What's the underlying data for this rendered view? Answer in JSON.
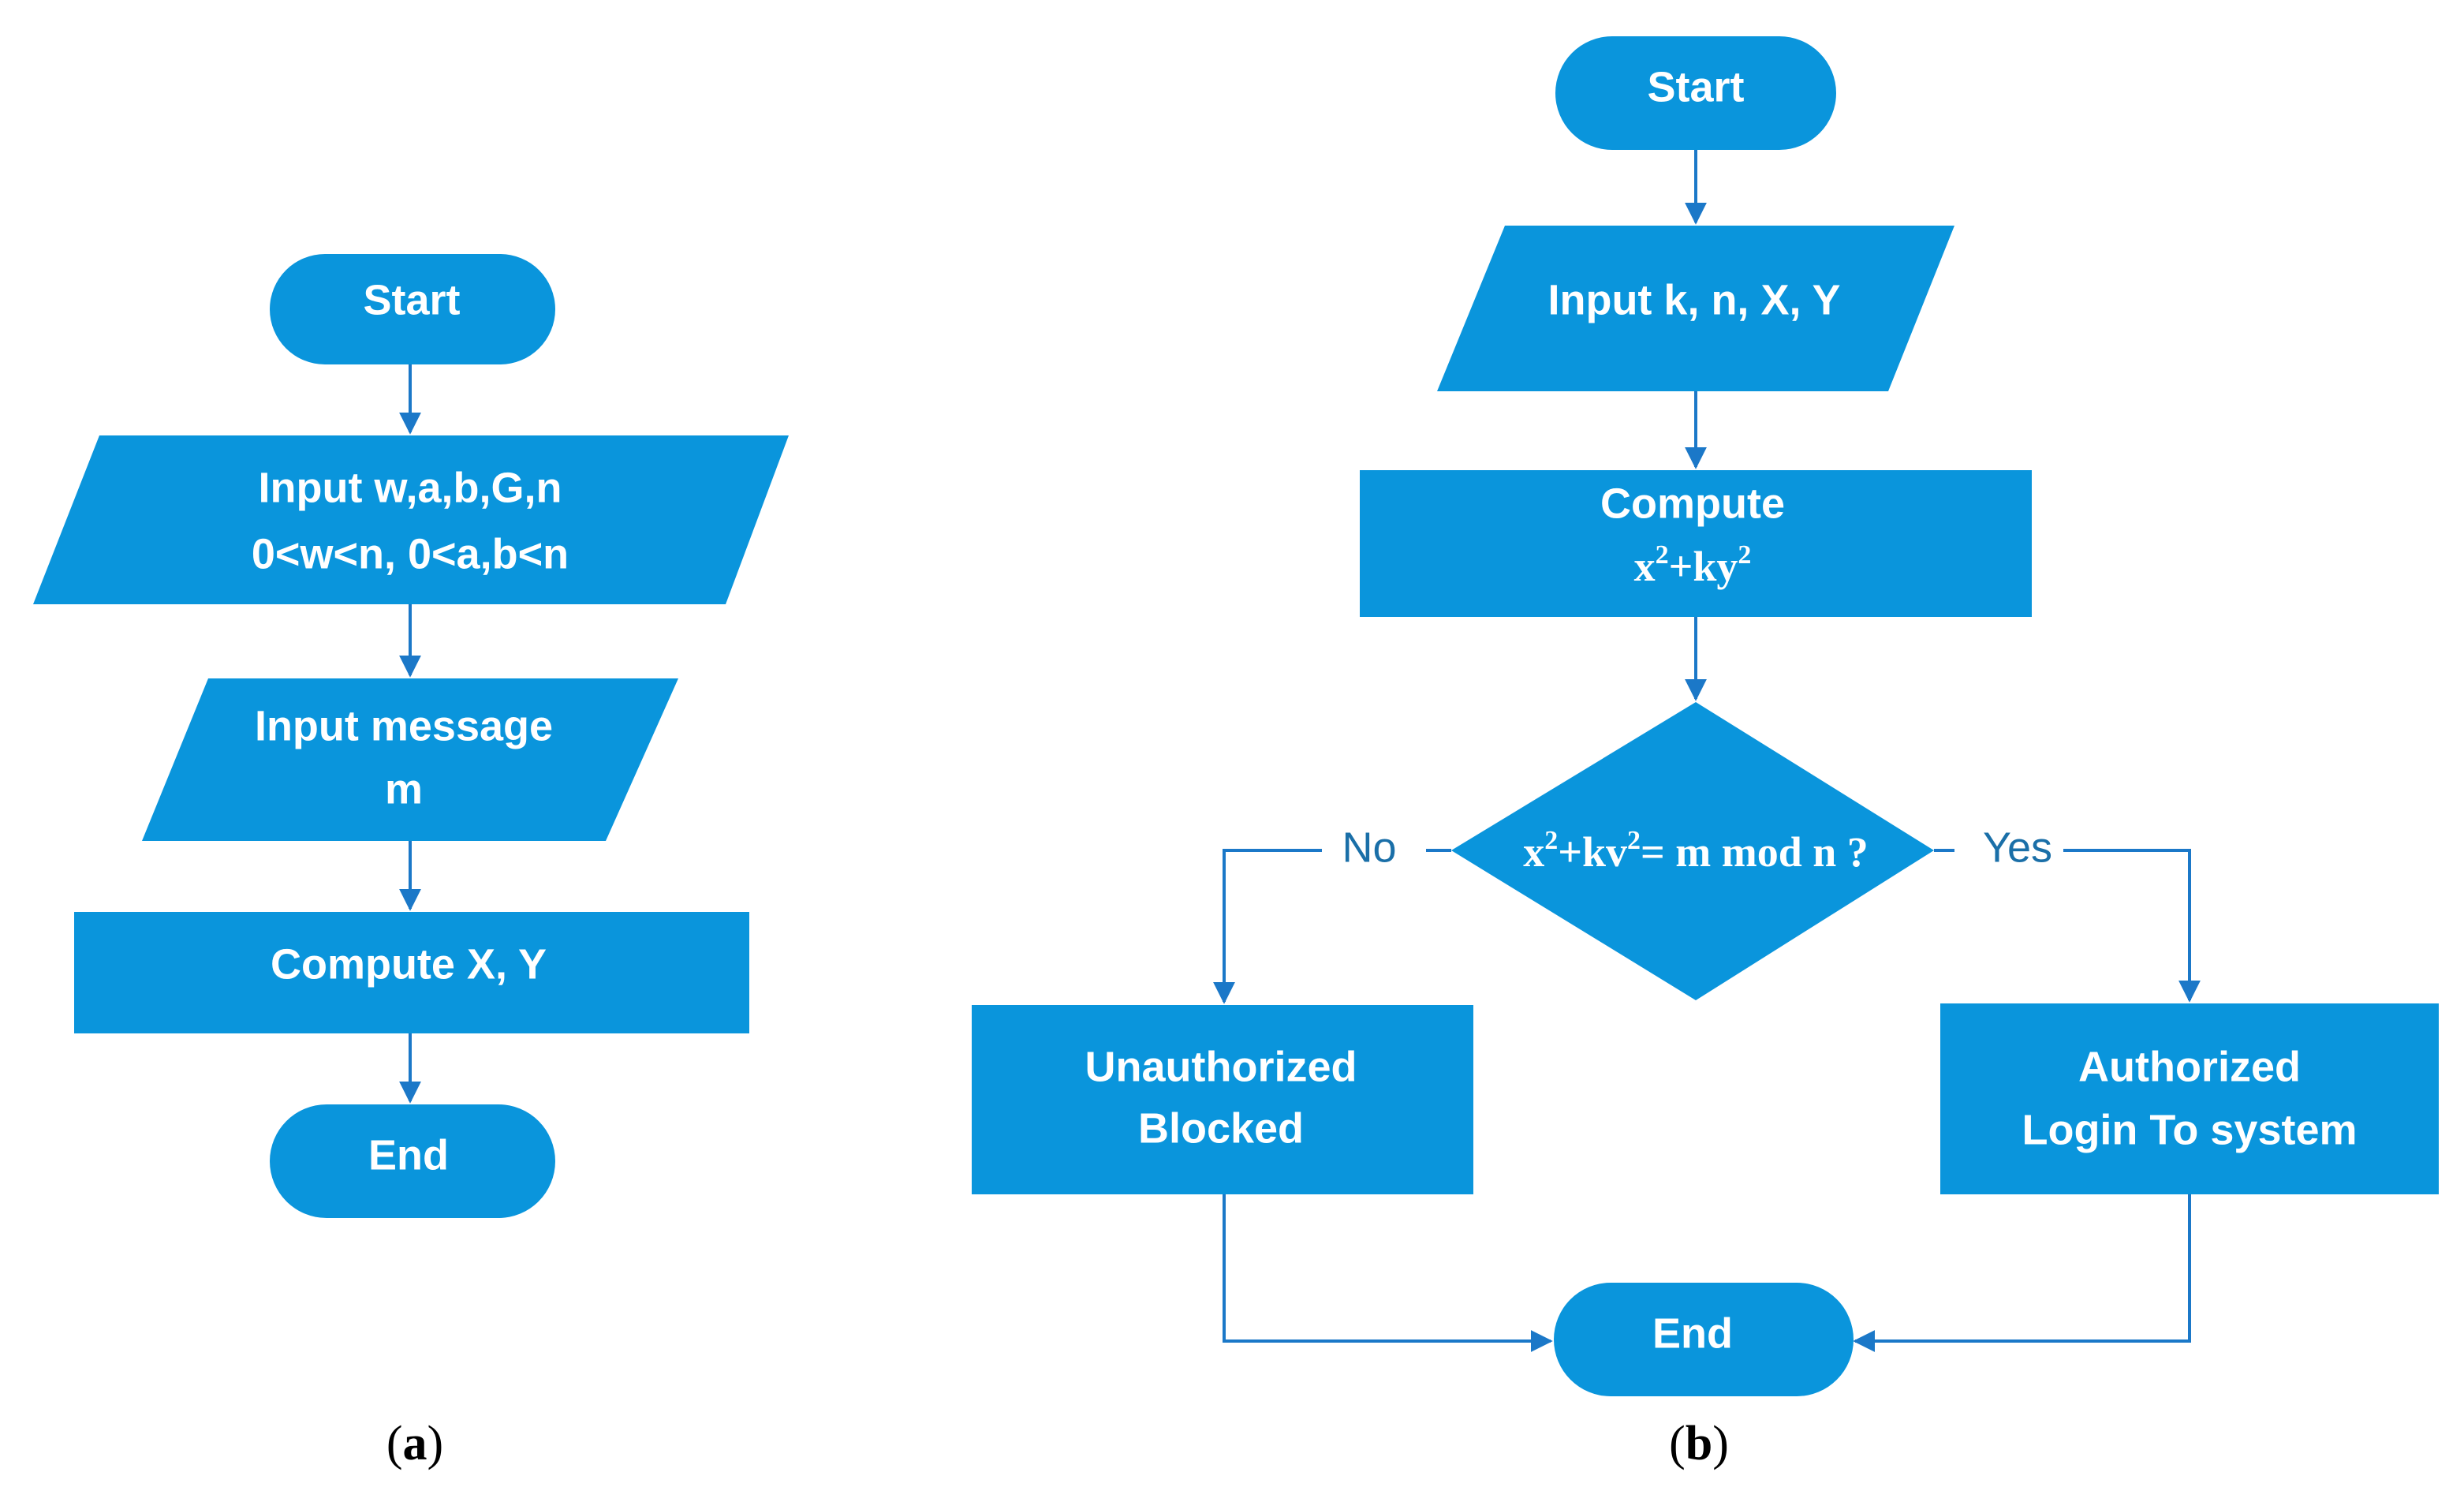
{
  "flowchart_a": {
    "start": "Start",
    "input_params_line1": "Input w,a,b,G,n",
    "input_params_line2": "0<w<n, 0<a,b<n",
    "input_message_line1": "Input message",
    "input_message_line2": "m",
    "compute": "Compute X, Y",
    "end": "End",
    "caption_open": "(",
    "caption_letter": "a",
    "caption_close": ")"
  },
  "flowchart_b": {
    "start": "Start",
    "input": "Input k, n, X, Y",
    "compute_line1": "Compute",
    "compute_formula": {
      "x": "x",
      "x_exp": "2",
      "mid": "+ky",
      "y_exp": "2"
    },
    "decision": {
      "x": "x",
      "x_exp": "2",
      "mid": "+kv",
      "y_exp": "2",
      "rest": "= m mod n ?"
    },
    "branch_no": "No",
    "branch_yes": "Yes",
    "unauthorized_line1": "Unauthorized",
    "unauthorized_line2": "Blocked",
    "authorized_line1": "Authorized",
    "authorized_line2": "Login To system",
    "end": "End",
    "caption_open": "(",
    "caption_letter": "b",
    "caption_close": ")"
  },
  "colors": {
    "node_fill": "#0a95dc",
    "edge": "#1b78c8",
    "text": "#ffffff"
  }
}
